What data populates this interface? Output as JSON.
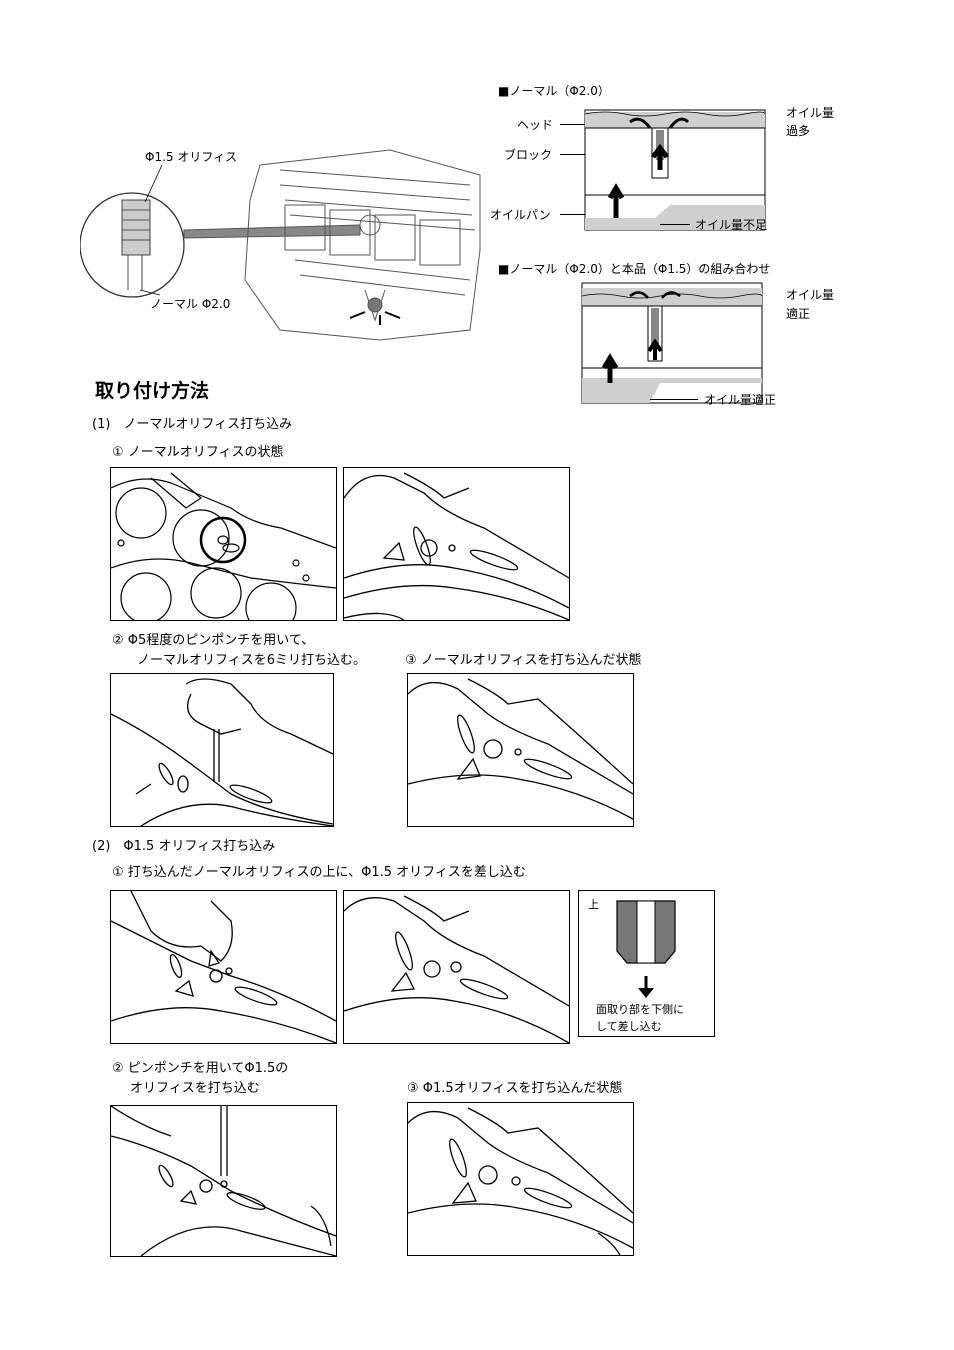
{
  "engine_diagram": {
    "orifice_label_top": "Φ1.5 オリフィス",
    "orifice_label_bottom": "ノーマル Φ2.0"
  },
  "diagram_normal": {
    "heading": "■ノーマル（Φ2.0）",
    "label_head": "ヘッド",
    "label_block": "ブロック",
    "label_oilpan": "オイルパン",
    "label_oil_excess_line1": "オイル量",
    "label_oil_excess_line2": "過多",
    "label_oil_shortage": "オイル量不足"
  },
  "diagram_combo": {
    "heading": "■ノーマル（Φ2.0）と本品（Φ1.5）の組み合わせ",
    "label_oil_ok_top_line1": "オイル量",
    "label_oil_ok_top_line2": "適正",
    "label_oil_ok_bottom": "オイル量適正"
  },
  "section_title": "取り付け方法",
  "step1": {
    "heading": "(1)　ノーマルオリフィス打ち込み",
    "sub1": "① ノーマルオリフィスの状態",
    "sub2_line1": "② Φ5程度のピンポンチを用いて、",
    "sub2_line2": "ノーマルオリフィスを6ミリ打ち込む。",
    "sub3": "③ ノーマルオリフィスを打ち込んだ状態"
  },
  "step2": {
    "heading": "(2)　Φ1.5 オリフィス打ち込み",
    "sub1": "① 打ち込んだノーマルオリフィスの上に、Φ1.5 オリフィスを差し込む",
    "orifice_box_top": "上",
    "orifice_box_note_line1": "面取り部を下側に",
    "orifice_box_note_line2": "して差し込む",
    "sub2_line1": "② ピンポンチを用いてΦ1.5の",
    "sub2_line2": "オリフィスを打ち込む",
    "sub3": "③ Φ1.5オリフィスを打ち込んだ状態"
  }
}
